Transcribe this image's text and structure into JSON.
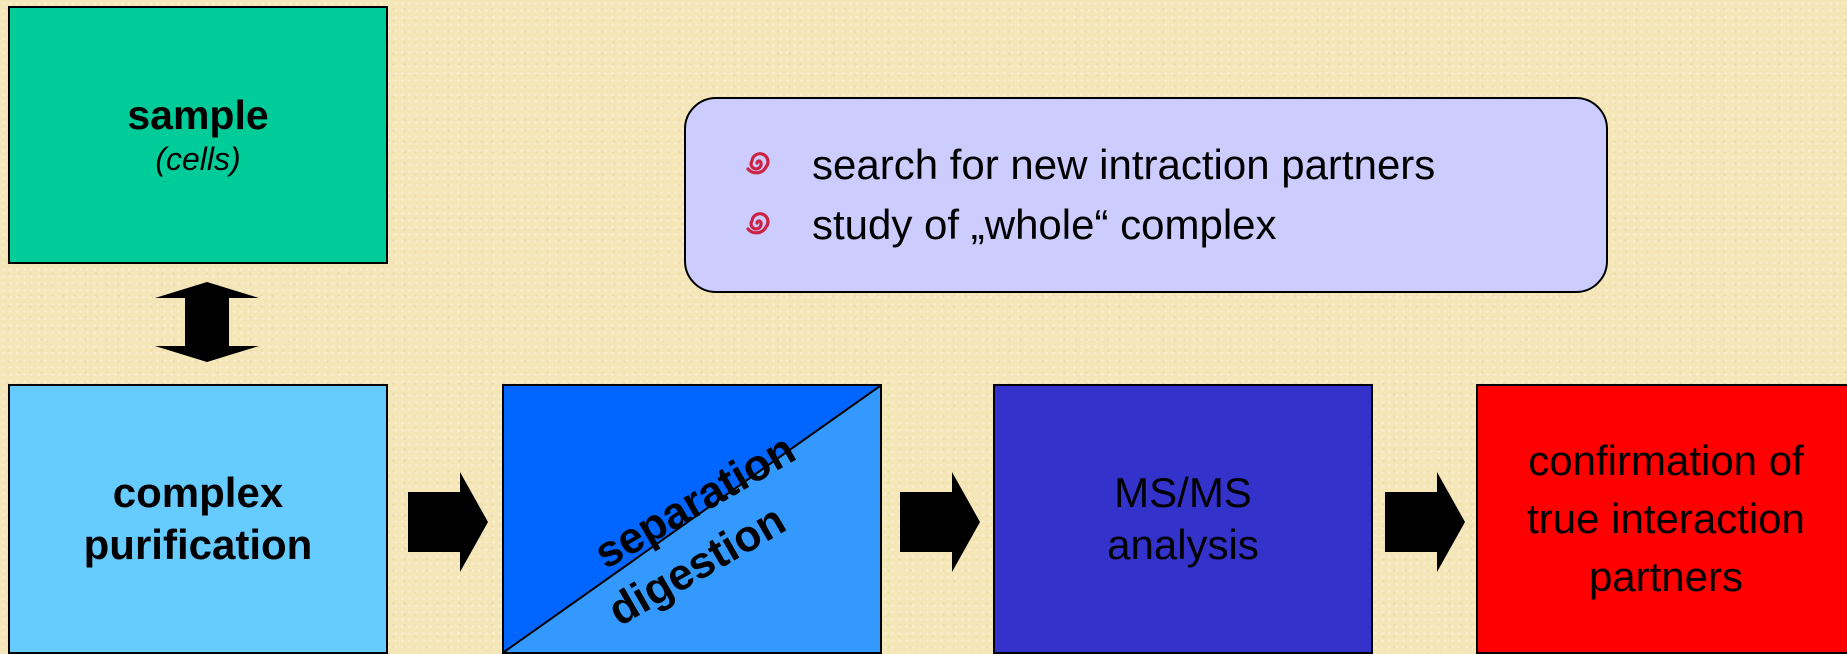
{
  "sample": {
    "title": "sample",
    "subtitle": "(cells)"
  },
  "purification": {
    "line1": "complex",
    "line2": "purification"
  },
  "split_box": {
    "upper": "separation",
    "lower": "digestion"
  },
  "msms": {
    "line1": "MS/MS",
    "line2": "analysis"
  },
  "confirmation": {
    "line1": "confirmation of",
    "line2": "true interaction",
    "line3": "partners"
  },
  "callout": {
    "items": [
      {
        "text": "search for new intraction partners",
        "icon": "swirl-bullet-icon"
      },
      {
        "text": "study of „whole“ complex",
        "icon": "swirl-bullet-icon"
      }
    ]
  },
  "colors": {
    "background": "#f5e6b8",
    "sample": "#00cc99",
    "purification": "#66ccff",
    "separation": "#0066ff",
    "digestion": "#3399ff",
    "msms": "#3333cc",
    "confirmation": "#ff0000",
    "callout": "#ccccff",
    "bullet": "#cc2244"
  }
}
